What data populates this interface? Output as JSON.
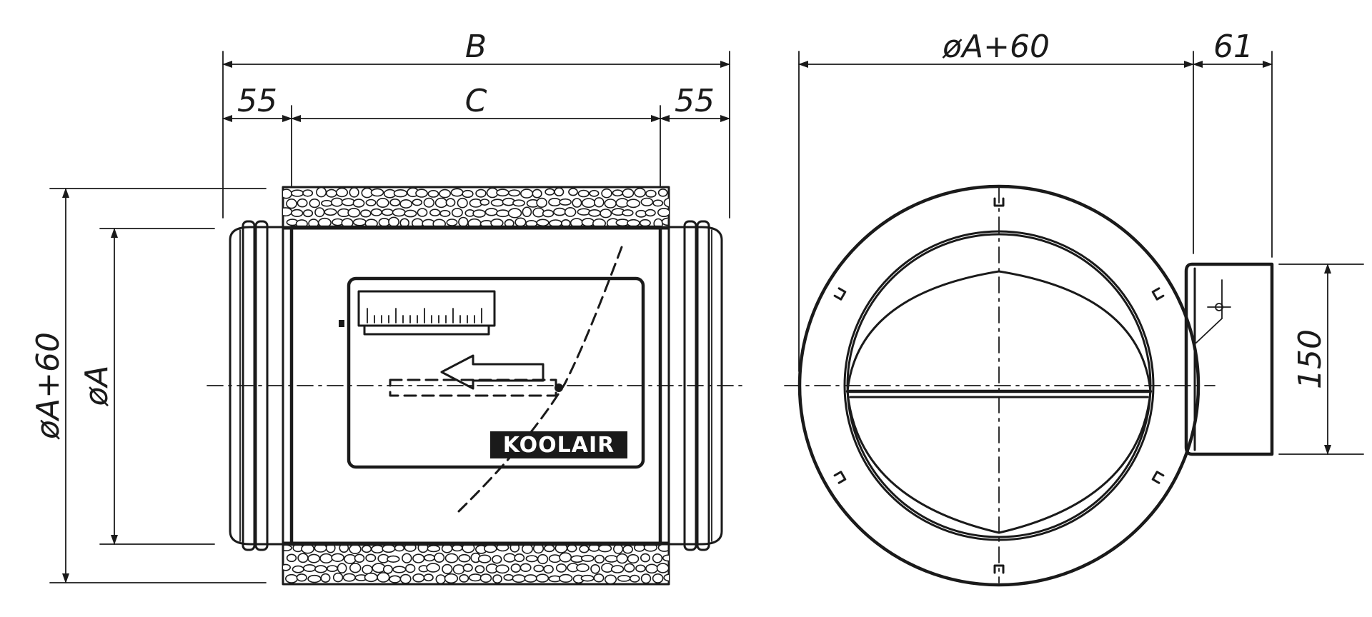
{
  "dimensions": {
    "overall_length": "B",
    "body_length": "C",
    "spigot_left": "55",
    "spigot_right": "55",
    "outer_diameter_side": "øA+60",
    "inner_diameter_side": "øA",
    "outer_diameter_front": "øA+60",
    "actuator_depth": "61",
    "actuator_height": "150"
  },
  "logo": {
    "text": "KOOLAIR"
  }
}
